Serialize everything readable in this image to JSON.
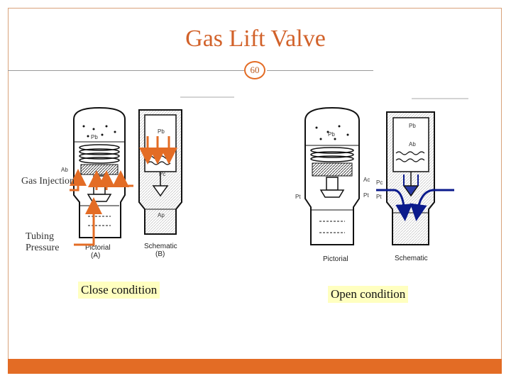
{
  "slide": {
    "title": "Gas Lift Valve",
    "page_number": "60"
  },
  "left_diagram": {
    "labels": {
      "gas_injection": "Gas Injection",
      "tubing_pressure": "Tubing Pressure"
    },
    "captions": {
      "pictorial": "Pictorial",
      "pictorial_sub": "(A)",
      "schematic": "Schematic",
      "schematic_sub": "(B)"
    },
    "symbols": {
      "ab": "Ab",
      "pb": "Pb",
      "pc": "Pc",
      "ap": "Ap"
    },
    "condition": "Close condition"
  },
  "right_diagram": {
    "captions": {
      "pictorial": "Pictorial",
      "schematic": "Schematic"
    },
    "symbols": {
      "ab": "Ab",
      "pb": "Pb",
      "pc": "Pc",
      "pt": "Pt",
      "ac": "Ac"
    },
    "condition": "Open condition"
  },
  "colors": {
    "accent": "#e36c25",
    "title": "#d2622a",
    "highlight": "#ffffc0",
    "flow_arrow": "#0a1a8c"
  }
}
